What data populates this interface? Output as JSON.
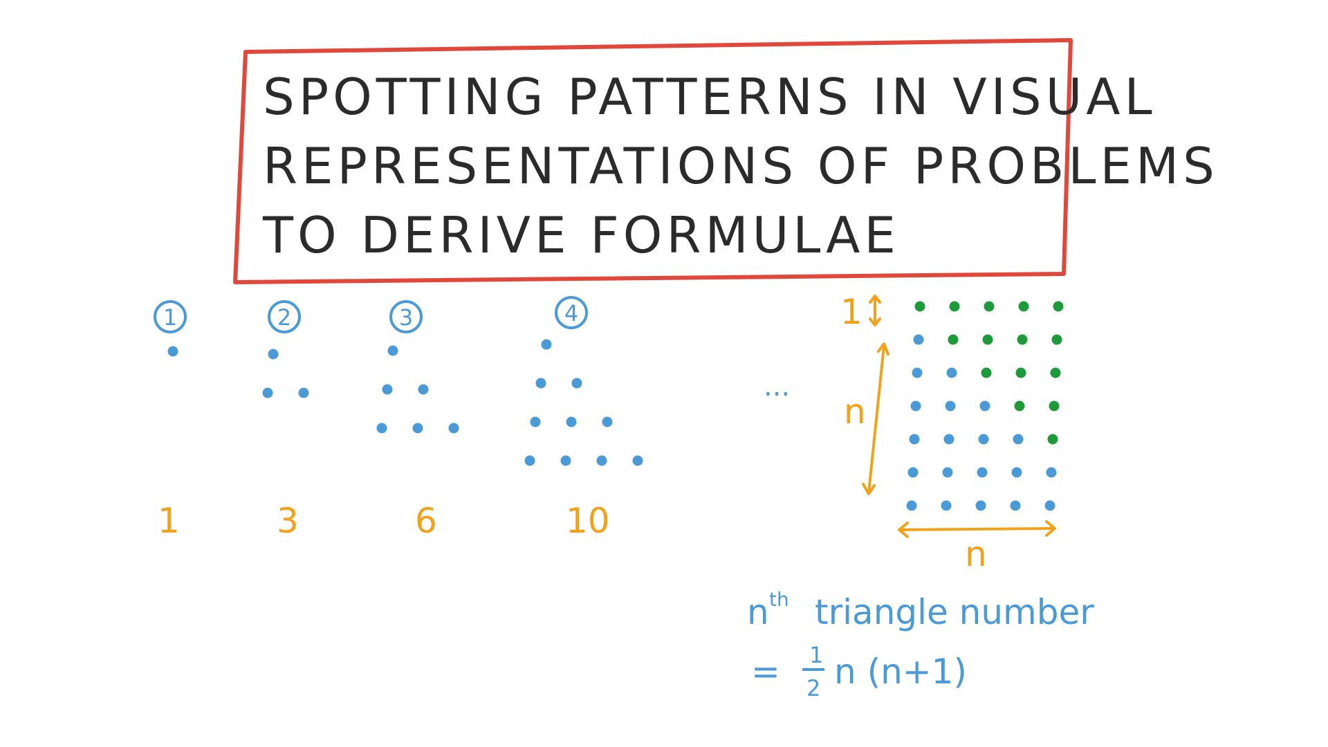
{
  "title": {
    "lines": [
      "SPOTTING PATTERNS IN VISUAL",
      "REPRESENTATIONS OF PROBLEMS",
      "TO DERIVE FORMULAE"
    ]
  },
  "colors": {
    "box": "#e0483c",
    "dot_blue": "#4a9ad8",
    "dot_green": "#1f9a3a",
    "orange": "#f2a21a",
    "text": "#2b2b2b"
  },
  "triangles": [
    {
      "index": "1",
      "total": "1",
      "rows": 1
    },
    {
      "index": "2",
      "total": "3",
      "rows": 2
    },
    {
      "index": "3",
      "total": "6",
      "rows": 3
    },
    {
      "index": "4",
      "total": "10",
      "rows": 4
    }
  ],
  "ellipsis": "...",
  "rectangle": {
    "rows": 6,
    "cols": 5,
    "height_label": "n",
    "width_label": "n",
    "extra_label": "1"
  },
  "formula": {
    "line1_n": "n",
    "line1_sup": "th",
    "line1_rest": "triangle number",
    "equals": "=",
    "frac_num": "1",
    "frac_den": "2",
    "expr": "n (n+1)"
  }
}
